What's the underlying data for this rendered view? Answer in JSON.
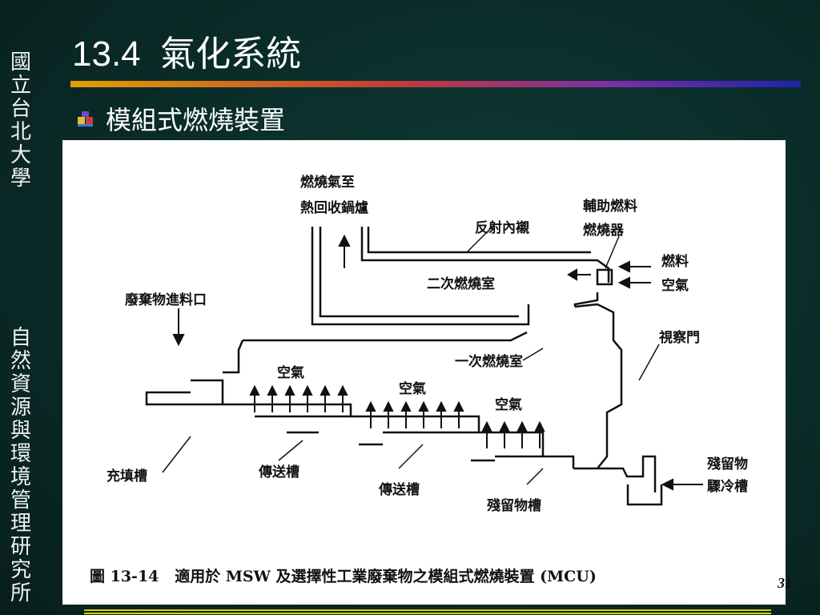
{
  "sidebar": {
    "top_chars": [
      "國",
      "立",
      "台",
      "北",
      "大",
      "學"
    ],
    "bottom_chars": [
      "自",
      "然",
      "資",
      "源",
      "與",
      "環",
      "境",
      "管",
      "理",
      "研",
      "究",
      "所"
    ]
  },
  "slide": {
    "title": "13.4  氣化系統",
    "bullet": "模組式燃燒裝置",
    "page_number": "31"
  },
  "figure": {
    "labels": {
      "flue_gas_1": "燃燒氣至",
      "flue_gas_2": "熱回收鍋爐",
      "refractory": "反射內襯",
      "aux_burner_1": "輔助燃料",
      "aux_burner_2": "燃燒器",
      "fuel": "燃料",
      "air_burner": "空氣",
      "secondary": "二次燃燒室",
      "feed_port": "廢棄物進料口",
      "view_door": "視察門",
      "primary": "一次燃燒室",
      "air1": "空氣",
      "air2": "空氣",
      "air3": "空氣",
      "ram": "充填槽",
      "transfer1": "傳送槽",
      "transfer2": "傳送槽",
      "residue_trough": "殘留物槽",
      "quench_1": "殘留物",
      "quench_2": "驟冷槽"
    },
    "caption": "圖 13-14   適用於 MSW 及選擇性工業廢棄物之模組式燃燒裝置 (MCU)"
  },
  "colors": {
    "background": "#0a2b28",
    "rule_start": "#e0a000",
    "rule_end": "#1c24a8",
    "bottom_rule": "#d7d200"
  }
}
